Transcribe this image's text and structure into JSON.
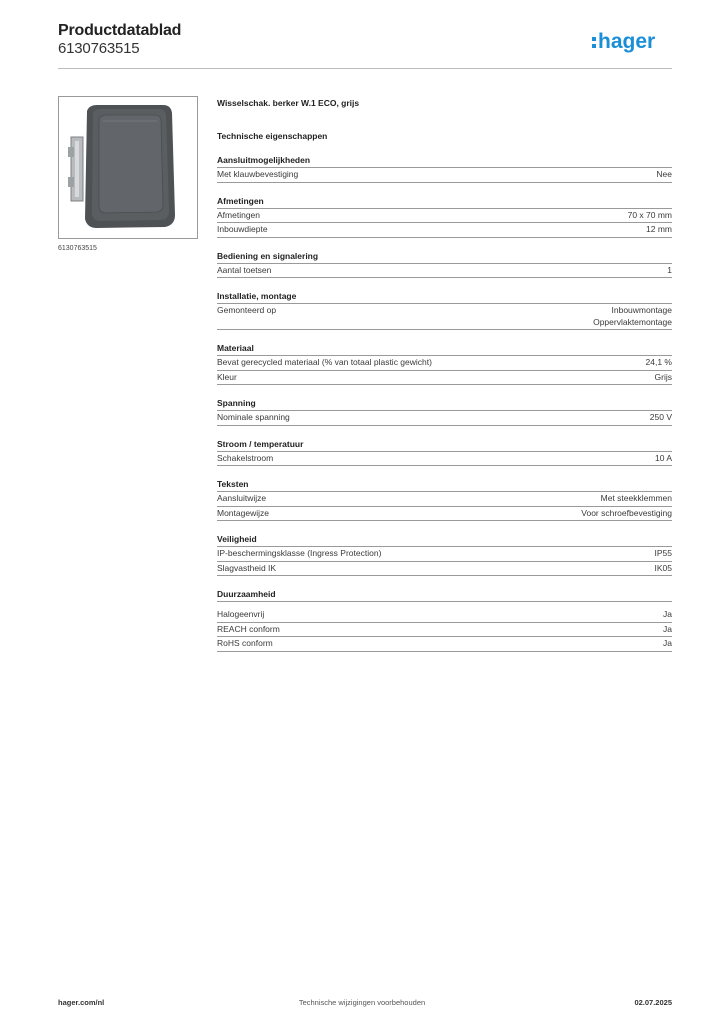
{
  "header": {
    "title": "Productdatablad",
    "product_number": "6130763515",
    "logo_text": "hager",
    "brand_color": "#1a8fd8"
  },
  "image": {
    "caption": "6130763515",
    "device_color": "#55585b"
  },
  "product_name": "Wisselschak. berker W.1 ECO, grijs",
  "technical_heading": "Technische eigenschappen",
  "sections": [
    {
      "title": "Aansluitmogelijkheden",
      "rows": [
        {
          "label": "Met klauwbevestiging",
          "values": [
            "Nee"
          ]
        }
      ]
    },
    {
      "title": "Afmetingen",
      "rows": [
        {
          "label": "Afmetingen",
          "values": [
            "70 x 70 mm"
          ]
        },
        {
          "label": "Inbouwdiepte",
          "values": [
            "12 mm"
          ]
        }
      ]
    },
    {
      "title": "Bediening en signalering",
      "rows": [
        {
          "label": "Aantal toetsen",
          "values": [
            "1"
          ]
        }
      ]
    },
    {
      "title": "Installatie, montage",
      "rows": [
        {
          "label": "Gemonteerd op",
          "values": [
            "Inbouwmontage",
            "Oppervlaktemontage"
          ]
        }
      ]
    },
    {
      "title": "Materiaal",
      "rows": [
        {
          "label": "Bevat gerecycled materiaal (% van totaal plastic gewicht)",
          "values": [
            "24,1 %"
          ]
        },
        {
          "label": "Kleur",
          "values": [
            "Grijs"
          ]
        }
      ]
    },
    {
      "title": "Spanning",
      "rows": [
        {
          "label": "Nominale spanning",
          "values": [
            "250 V"
          ]
        }
      ]
    },
    {
      "title": "Stroom / temperatuur",
      "rows": [
        {
          "label": "Schakelstroom",
          "values": [
            "10 A"
          ]
        }
      ]
    },
    {
      "title": "Teksten",
      "rows": [
        {
          "label": "Aansluitwijze",
          "values": [
            "Met steekklemmen"
          ]
        },
        {
          "label": "Montagewijze",
          "values": [
            "Voor schroefbevestiging"
          ]
        }
      ]
    },
    {
      "title": "Veiligheid",
      "rows": [
        {
          "label": "IP-beschermingsklasse (Ingress Protection)",
          "values": [
            "IP55"
          ]
        },
        {
          "label": "Slagvastheid IK",
          "values": [
            "IK05"
          ]
        }
      ]
    },
    {
      "title": "Duurzaamheid",
      "rows": [
        {
          "label": "Halogeenvrij",
          "values": [
            "Ja"
          ]
        },
        {
          "label": "REACH conform",
          "values": [
            "Ja"
          ]
        },
        {
          "label": "RoHS conform",
          "values": [
            "Ja"
          ]
        }
      ]
    }
  ],
  "footer": {
    "website": "hager.com/nl",
    "disclaimer": "Technische wijzigingen voorbehouden",
    "date": "02.07.2025"
  }
}
